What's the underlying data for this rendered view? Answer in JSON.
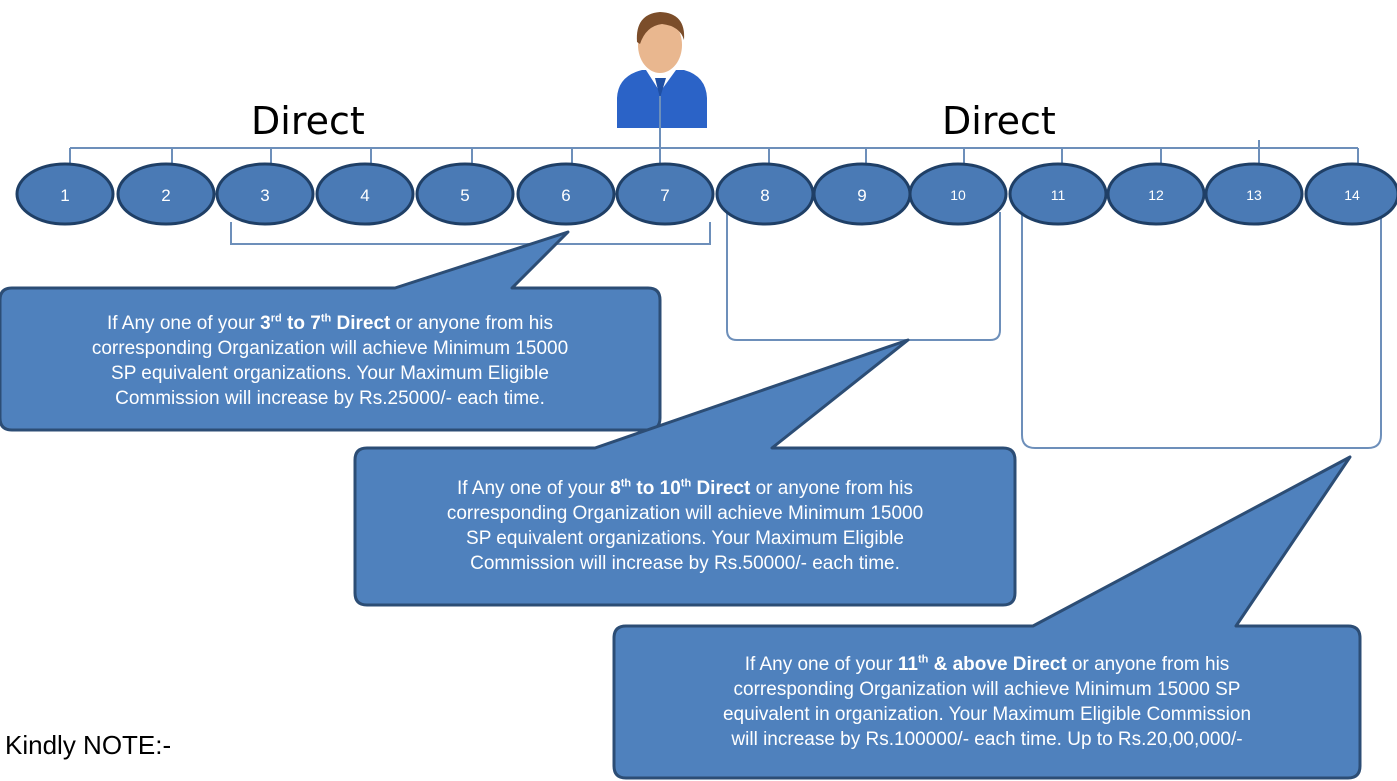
{
  "labels": {
    "direct_left": "Direct",
    "direct_right": "Direct"
  },
  "nodes": [
    "1",
    "2",
    "3",
    "4",
    "5",
    "6",
    "7",
    "8",
    "9",
    "10",
    "11",
    "12",
    "13",
    "14"
  ],
  "callouts": [
    {
      "pre": "If Any one of your ",
      "b1": "3",
      "s1": "rd",
      "mid": " to 7",
      "s2": "th",
      "b2": " Direct",
      "rest1": " or anyone from his",
      "line2": "corresponding Organization will achieve Minimum 15000",
      "line3": "SP equivalent organizations. Your Maximum Eligible",
      "line4": "Commission will increase by Rs.25000/- each time."
    },
    {
      "pre": "If Any one of your ",
      "b1": "8",
      "s1": "th",
      "mid": " to 10",
      "s2": "th",
      "b2": " Direct",
      "rest1": " or anyone from his",
      "line2": "corresponding Organization will achieve Minimum 15000",
      "line3": "SP equivalent organizations. Your Maximum Eligible",
      "line4": "Commission will increase by Rs.50000/- each time."
    },
    {
      "pre": "If Any one of your ",
      "b1": "11",
      "s1": "th",
      "b2": " & above Direct",
      "rest1": " or anyone from his",
      "line2": "corresponding Organization will achieve Minimum 15000 SP",
      "line3": "equivalent in organization. Your Maximum Eligible Commission",
      "line4": "will increase by Rs.100000/- each time. Up to Rs.20,00,000/-"
    }
  ],
  "note": "Kindly NOTE:-",
  "colors": {
    "node_fill": "#4a7ab5",
    "node_stroke": "#1f3f66",
    "callout_fill": "#4f81bd",
    "callout_stroke": "#2c4d75",
    "line": "#6d8fba"
  },
  "icons": {
    "person": "person-icon"
  }
}
